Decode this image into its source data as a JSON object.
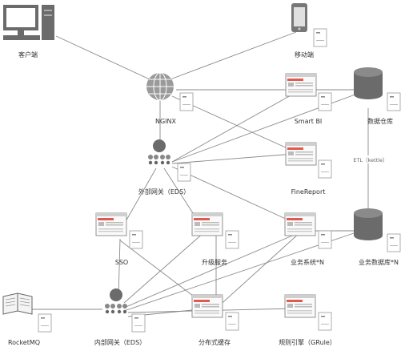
{
  "nodes": {
    "client": {
      "label": "客户端",
      "icon": "desktop-computer-icon"
    },
    "mobile": {
      "label": "移动端",
      "icon": "mobile-phone-icon"
    },
    "nginx": {
      "label": "NGINX",
      "icon": "globe-icon"
    },
    "smartbi": {
      "label": "Smart BI",
      "icon": "server-window-icon"
    },
    "datawarehouse": {
      "label": "数据仓库",
      "icon": "database-icon"
    },
    "external_gateway": {
      "label": "外部网关（EDS）",
      "icon": "gateway-people-icon"
    },
    "finereport": {
      "label": "FineReport",
      "icon": "server-window-icon"
    },
    "etl": {
      "label": "ETL（kettle）"
    },
    "sso": {
      "label": "SSO",
      "icon": "server-window-icon"
    },
    "upgrade_service": {
      "label": "升级服务",
      "icon": "server-window-icon"
    },
    "business_system": {
      "label": "业务系统*N",
      "icon": "server-window-icon"
    },
    "business_db": {
      "label": "业务数据库*N",
      "icon": "database-icon"
    },
    "rocketmq": {
      "label": "RocketMQ",
      "icon": "book-icon"
    },
    "internal_gateway": {
      "label": "内部网关（EDS）",
      "icon": "gateway-people-icon"
    },
    "distributed_cache": {
      "label": "分布式缓存",
      "icon": "server-window-icon"
    },
    "rules_engine": {
      "label": "规则引擎（GRule）",
      "icon": "server-window-icon"
    }
  },
  "colors": {
    "line": "#8a8a8a",
    "icon_dark": "#6b6b6b",
    "icon_light": "#e6e6e6",
    "window_bar": "#e05a4f"
  }
}
